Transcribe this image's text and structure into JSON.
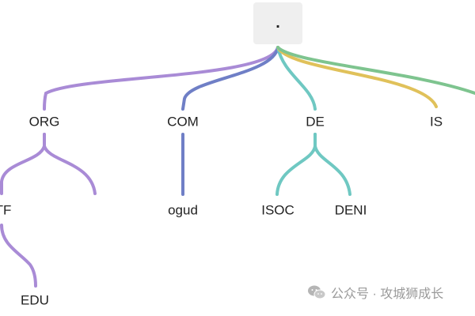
{
  "root": {
    "label": "."
  },
  "nodes": {
    "org": "ORG",
    "com": "COM",
    "de": "DE",
    "is": "IS",
    "ietf": "TF",
    "ogud": "ogud",
    "isoc": "ISOC",
    "deni": "DENI",
    "edu": "EDU"
  },
  "edge_colors": {
    "org": "#a98bd6",
    "com": "#6f7fc6",
    "de": "#6fc8c2",
    "is": "#e0c15a",
    "next": "#7ec48f"
  },
  "watermark": {
    "text": "公众号 · 攻城狮成长",
    "icon": "wechat-icon"
  }
}
